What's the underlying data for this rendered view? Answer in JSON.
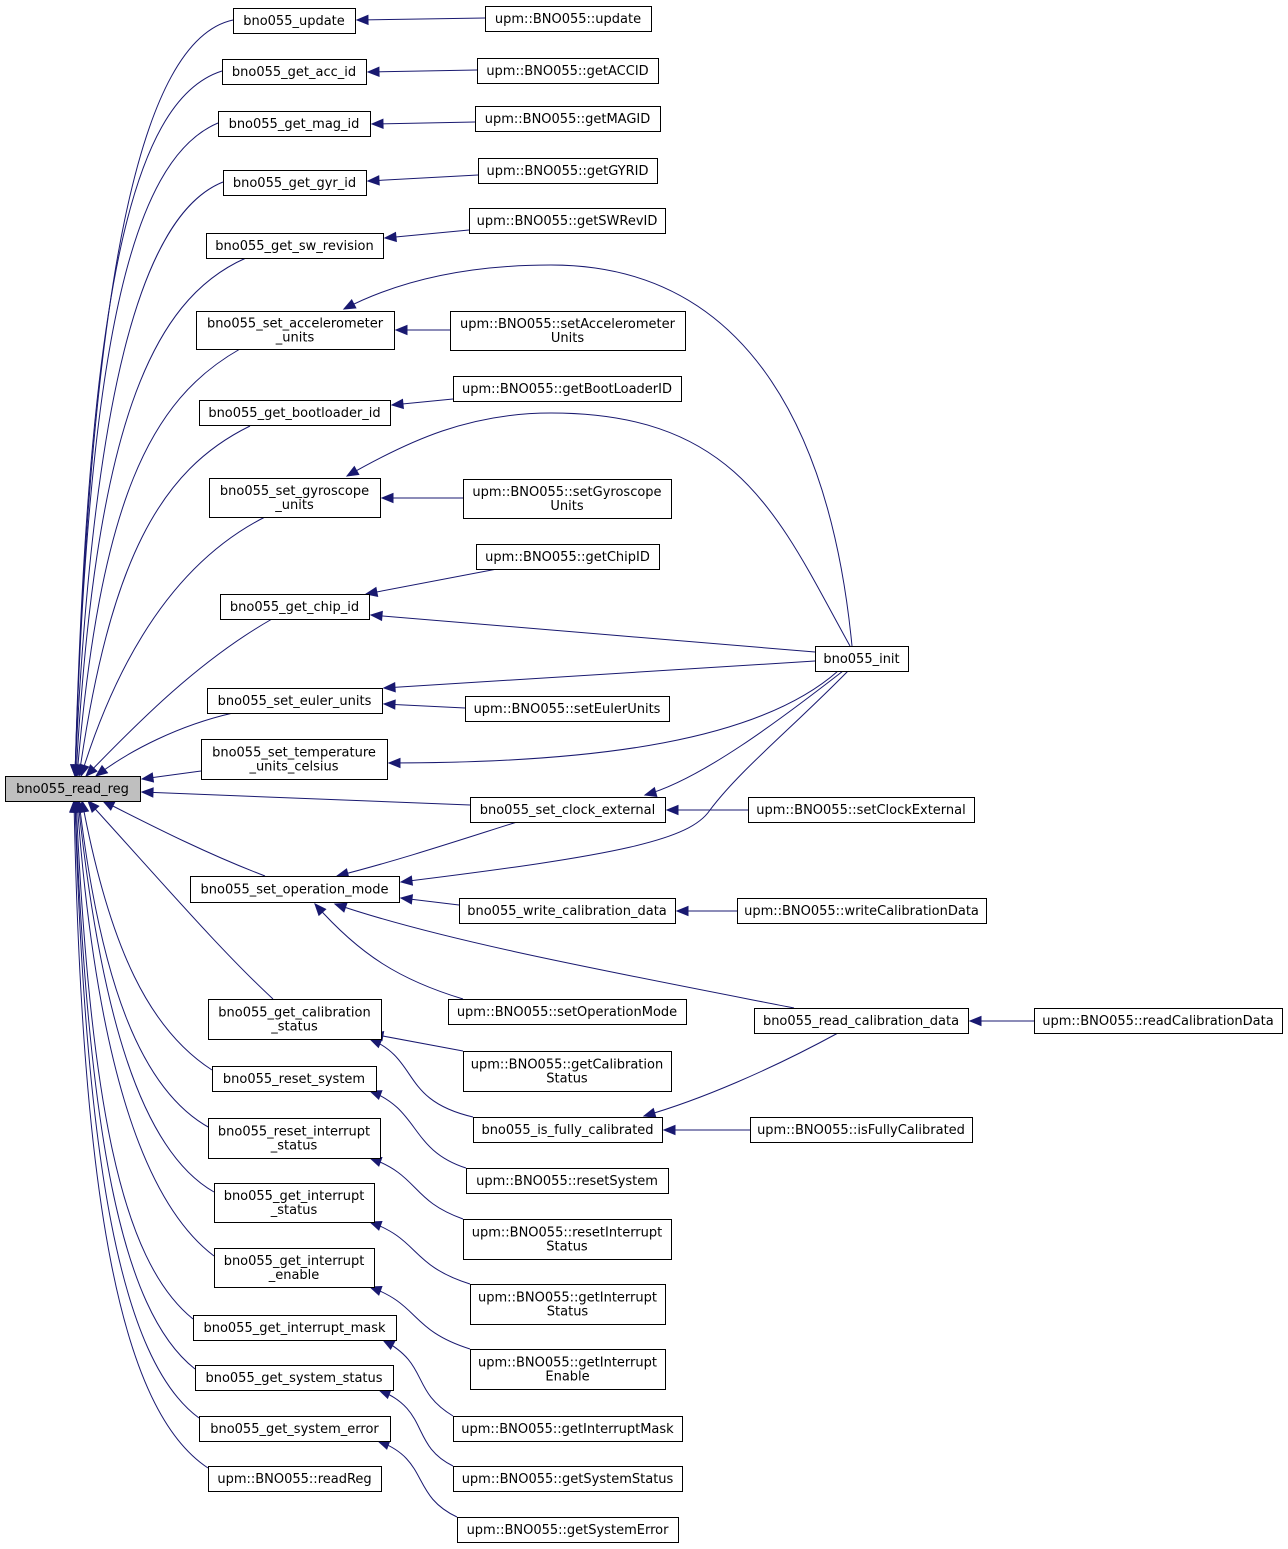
{
  "colors": {
    "edge": "#191970",
    "root_fill": "#bfbfbf",
    "node_fill": "#ffffff",
    "border": "#000000"
  },
  "nodes": {
    "read_reg": [
      "bno055_read_reg"
    ],
    "update": [
      "bno055_update"
    ],
    "get_acc_id": [
      "bno055_get_acc_id"
    ],
    "get_mag_id": [
      "bno055_get_mag_id"
    ],
    "get_gyr_id": [
      "bno055_get_gyr_id"
    ],
    "get_sw_revision": [
      "bno055_get_sw_revision"
    ],
    "set_accelerometer_units": [
      "bno055_set_accelerometer",
      "_units"
    ],
    "get_bootloader_id": [
      "bno055_get_bootloader_id"
    ],
    "set_gyroscope_units": [
      "bno055_set_gyroscope",
      "_units"
    ],
    "get_chip_id": [
      "bno055_get_chip_id"
    ],
    "set_euler_units": [
      "bno055_set_euler_units"
    ],
    "set_temperature_units": [
      "bno055_set_temperature",
      "_units_celsius"
    ],
    "set_operation_mode": [
      "bno055_set_operation_mode"
    ],
    "get_calibration_status": [
      "bno055_get_calibration",
      "_status"
    ],
    "reset_system": [
      "bno055_reset_system"
    ],
    "reset_interrupt_status": [
      "bno055_reset_interrupt",
      "_status"
    ],
    "get_interrupt_status": [
      "bno055_get_interrupt",
      "_status"
    ],
    "get_interrupt_enable": [
      "bno055_get_interrupt",
      "_enable"
    ],
    "get_interrupt_mask": [
      "bno055_get_interrupt_mask"
    ],
    "get_system_status": [
      "bno055_get_system_status"
    ],
    "get_system_error": [
      "bno055_get_system_error"
    ],
    "upm_readReg": [
      "upm::BNO055::readReg"
    ],
    "upm_update": [
      "upm::BNO055::update"
    ],
    "upm_getACCID": [
      "upm::BNO055::getACCID"
    ],
    "upm_getMAGID": [
      "upm::BNO055::getMAGID"
    ],
    "upm_getGYRID": [
      "upm::BNO055::getGYRID"
    ],
    "upm_getSWRevID": [
      "upm::BNO055::getSWRevID"
    ],
    "upm_setAccelerometerUnits": [
      "upm::BNO055::setAccelerometer",
      "Units"
    ],
    "upm_getBootLoaderID": [
      "upm::BNO055::getBootLoaderID"
    ],
    "upm_setGyroscopeUnits": [
      "upm::BNO055::setGyroscope",
      "Units"
    ],
    "upm_getChipID": [
      "upm::BNO055::getChipID"
    ],
    "upm_setEulerUnits": [
      "upm::BNO055::setEulerUnits"
    ],
    "set_clock_external": [
      "bno055_set_clock_external"
    ],
    "write_calibration_data": [
      "bno055_write_calibration_data"
    ],
    "upm_setOperationMode": [
      "upm::BNO055::setOperationMode"
    ],
    "upm_getCalibrationStatus": [
      "upm::BNO055::getCalibration",
      "Status"
    ],
    "is_fully_calibrated": [
      "bno055_is_fully_calibrated"
    ],
    "upm_resetSystem": [
      "upm::BNO055::resetSystem"
    ],
    "upm_resetInterruptStatus": [
      "upm::BNO055::resetInterrupt",
      "Status"
    ],
    "upm_getInterruptStatus": [
      "upm::BNO055::getInterrupt",
      "Status"
    ],
    "upm_getInterruptEnable": [
      "upm::BNO055::getInterrupt",
      "Enable"
    ],
    "upm_getInterruptMask": [
      "upm::BNO055::getInterruptMask"
    ],
    "upm_getSystemStatus": [
      "upm::BNO055::getSystemStatus"
    ],
    "upm_getSystemError": [
      "upm::BNO055::getSystemError"
    ],
    "init": [
      "bno055_init"
    ],
    "upm_setClockExternal": [
      "upm::BNO055::setClockExternal"
    ],
    "upm_writeCalibrationData": [
      "upm::BNO055::writeCalibrationData"
    ],
    "read_calibration_data": [
      "bno055_read_calibration_data"
    ],
    "upm_isFullyCalibrated": [
      "upm::BNO055::isFullyCalibrated"
    ],
    "upm_readCalibrationData": [
      "upm::BNO055::readCalibrationData"
    ]
  },
  "edges": [
    [
      "update",
      "read_reg"
    ],
    [
      "get_acc_id",
      "read_reg"
    ],
    [
      "get_mag_id",
      "read_reg"
    ],
    [
      "get_gyr_id",
      "read_reg"
    ],
    [
      "get_sw_revision",
      "read_reg"
    ],
    [
      "set_accelerometer_units",
      "read_reg"
    ],
    [
      "get_bootloader_id",
      "read_reg"
    ],
    [
      "set_gyroscope_units",
      "read_reg"
    ],
    [
      "get_chip_id",
      "read_reg"
    ],
    [
      "set_euler_units",
      "read_reg"
    ],
    [
      "set_temperature_units",
      "read_reg"
    ],
    [
      "set_clock_external",
      "read_reg"
    ],
    [
      "set_operation_mode",
      "read_reg"
    ],
    [
      "get_calibration_status",
      "read_reg"
    ],
    [
      "reset_system",
      "read_reg"
    ],
    [
      "reset_interrupt_status",
      "read_reg"
    ],
    [
      "get_interrupt_status",
      "read_reg"
    ],
    [
      "get_interrupt_enable",
      "read_reg"
    ],
    [
      "get_interrupt_mask",
      "read_reg"
    ],
    [
      "get_system_status",
      "read_reg"
    ],
    [
      "get_system_error",
      "read_reg"
    ],
    [
      "upm_readReg",
      "read_reg"
    ],
    [
      "upm_update",
      "update"
    ],
    [
      "upm_getACCID",
      "get_acc_id"
    ],
    [
      "upm_getMAGID",
      "get_mag_id"
    ],
    [
      "upm_getGYRID",
      "get_gyr_id"
    ],
    [
      "upm_getSWRevID",
      "get_sw_revision"
    ],
    [
      "init",
      "set_accelerometer_units"
    ],
    [
      "upm_setAccelerometerUnits",
      "set_accelerometer_units"
    ],
    [
      "upm_getBootLoaderID",
      "get_bootloader_id"
    ],
    [
      "init",
      "set_gyroscope_units"
    ],
    [
      "upm_setGyroscopeUnits",
      "set_gyroscope_units"
    ],
    [
      "upm_getChipID",
      "get_chip_id"
    ],
    [
      "init",
      "get_chip_id"
    ],
    [
      "init",
      "set_euler_units"
    ],
    [
      "upm_setEulerUnits",
      "set_euler_units"
    ],
    [
      "init",
      "set_temperature_units"
    ],
    [
      "init",
      "set_clock_external"
    ],
    [
      "upm_setClockExternal",
      "set_clock_external"
    ],
    [
      "set_clock_external",
      "set_operation_mode"
    ],
    [
      "init",
      "set_operation_mode"
    ],
    [
      "write_calibration_data",
      "set_operation_mode"
    ],
    [
      "upm_setOperationMode",
      "set_operation_mode"
    ],
    [
      "read_calibration_data",
      "set_operation_mode"
    ],
    [
      "upm_writeCalibrationData",
      "write_calibration_data"
    ],
    [
      "upm_readCalibrationData",
      "read_calibration_data"
    ],
    [
      "upm_getCalibrationStatus",
      "get_calibration_status"
    ],
    [
      "is_fully_calibrated",
      "get_calibration_status"
    ],
    [
      "read_calibration_data",
      "is_fully_calibrated"
    ],
    [
      "upm_isFullyCalibrated",
      "is_fully_calibrated"
    ],
    [
      "upm_resetSystem",
      "reset_system"
    ],
    [
      "upm_resetInterruptStatus",
      "reset_interrupt_status"
    ],
    [
      "upm_getInterruptStatus",
      "get_interrupt_status"
    ],
    [
      "upm_getInterruptEnable",
      "get_interrupt_enable"
    ],
    [
      "upm_getInterruptMask",
      "get_interrupt_mask"
    ],
    [
      "upm_getSystemStatus",
      "get_system_status"
    ],
    [
      "upm_getSystemError",
      "get_system_error"
    ]
  ]
}
